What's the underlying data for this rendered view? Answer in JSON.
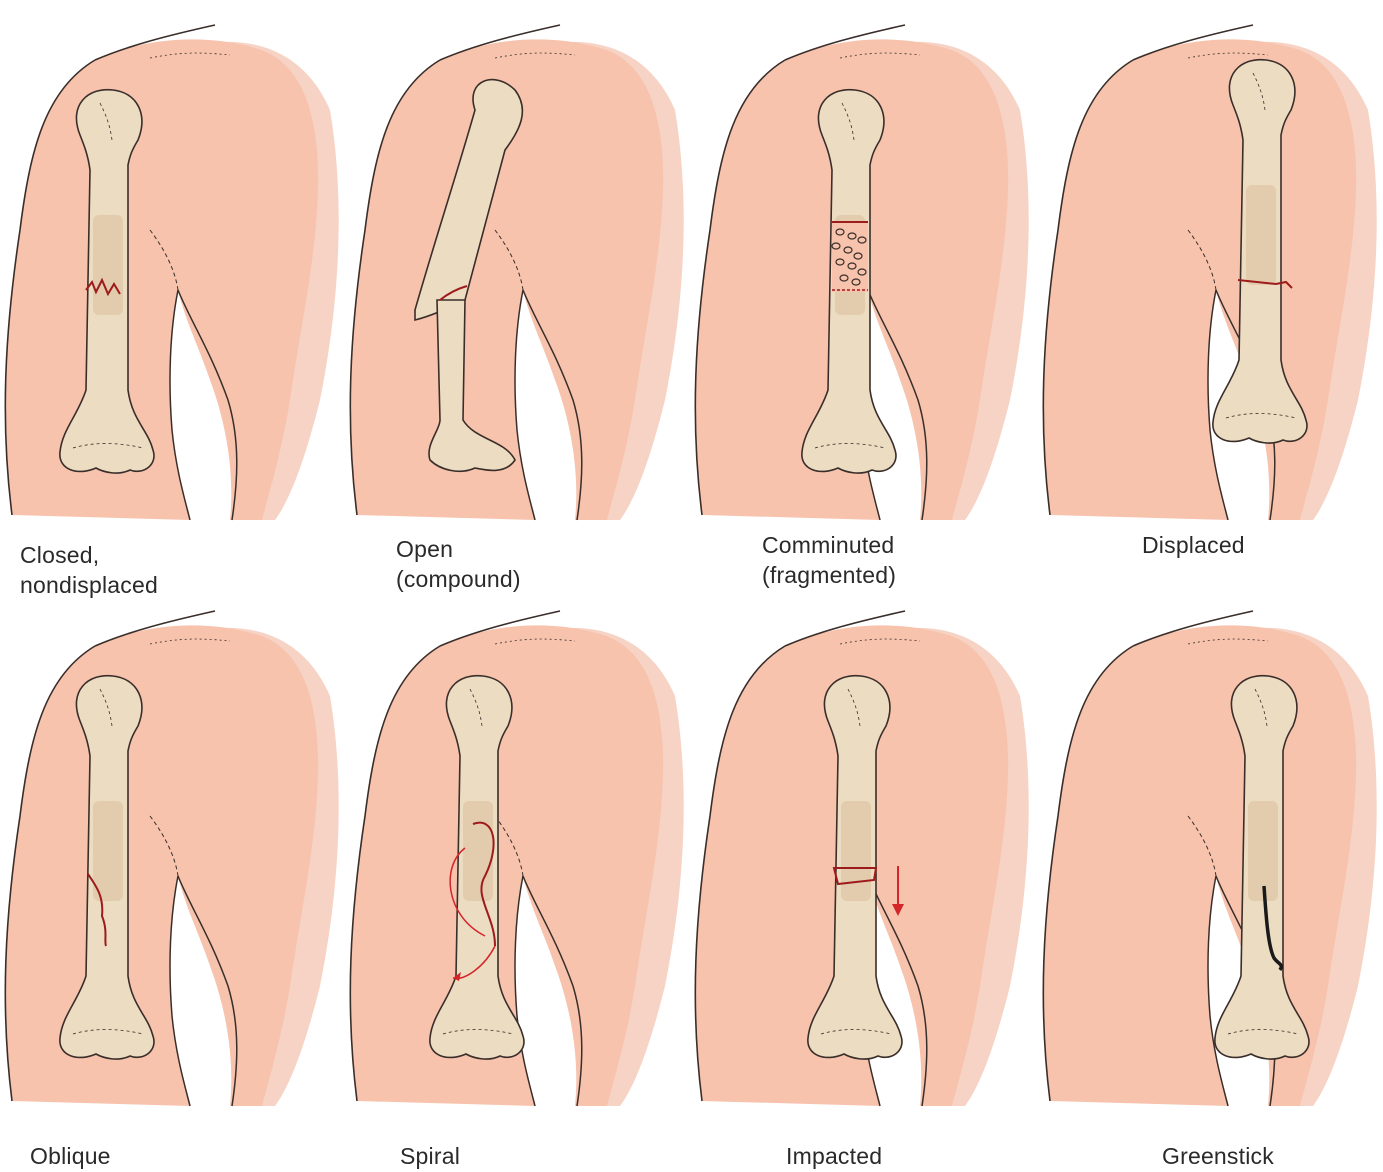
{
  "colors": {
    "skin": "#f7c3ad",
    "skin_shadow": "#efae96",
    "bone": "#ecdcc2",
    "bone_shade": "#d8b894",
    "outline": "#3a2e2a",
    "fracture": "#9e1b1b",
    "arrow": "#d4262a"
  },
  "panels": [
    {
      "id": "closed-nondisplaced",
      "kind": "closed",
      "label_lines": [
        "Closed,",
        "nondisplaced"
      ]
    },
    {
      "id": "open-compound",
      "kind": "open",
      "label_lines": [
        "Open",
        "(compound)"
      ]
    },
    {
      "id": "comminuted",
      "kind": "comminuted",
      "label_lines": [
        "Comminuted",
        "(fragmented)"
      ]
    },
    {
      "id": "displaced",
      "kind": "displaced",
      "label_lines": [
        "Displaced"
      ]
    },
    {
      "id": "oblique",
      "kind": "oblique",
      "label_lines": [
        "Oblique"
      ]
    },
    {
      "id": "spiral",
      "kind": "spiral",
      "label_lines": [
        "Spiral"
      ]
    },
    {
      "id": "impacted",
      "kind": "impacted",
      "label_lines": [
        "Impacted"
      ]
    },
    {
      "id": "greenstick",
      "kind": "greenstick",
      "label_lines": [
        "Greenstick"
      ]
    }
  ]
}
